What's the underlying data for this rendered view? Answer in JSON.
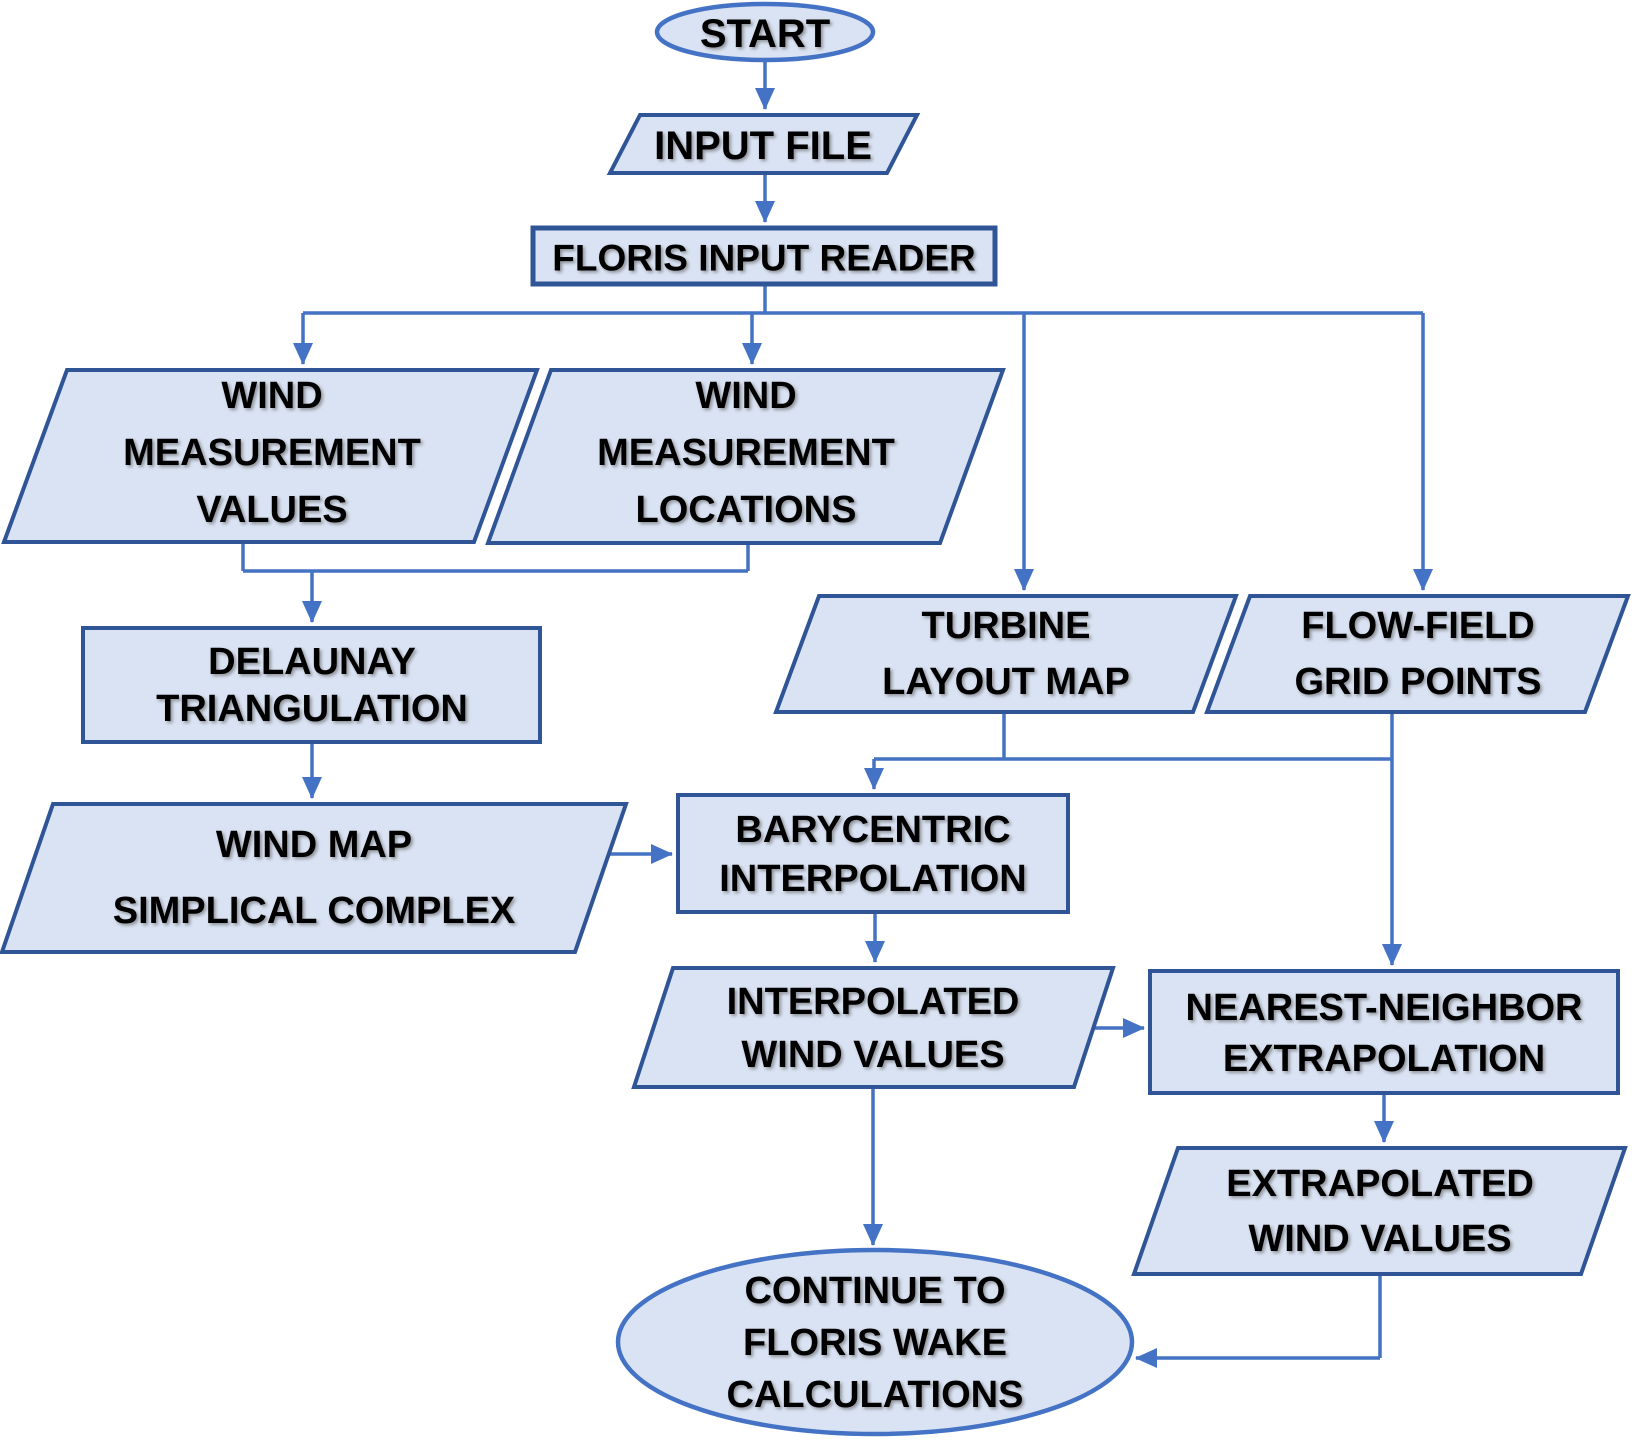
{
  "diagram": {
    "title": "FLORIS wind input processing flowchart",
    "colors": {
      "shape_fill": "#dae3f3",
      "shape_border": "#2f5597",
      "terminator_border": "#4472c4",
      "arrow": "#4472c4",
      "text": "#000000"
    },
    "nodes": {
      "start": {
        "type": "terminator",
        "label": "START"
      },
      "input_file": {
        "type": "data",
        "label": "INPUT FILE"
      },
      "floris_input_reader": {
        "type": "process",
        "label": "FLORIS INPUT READER"
      },
      "wind_measurement_values": {
        "type": "data",
        "lines": [
          "WIND",
          "MEASUREMENT",
          "VALUES"
        ]
      },
      "wind_measurement_locations": {
        "type": "data",
        "lines": [
          "WIND",
          "MEASUREMENT",
          "LOCATIONS"
        ]
      },
      "turbine_layout_map": {
        "type": "data",
        "lines": [
          "TURBINE",
          "LAYOUT MAP"
        ]
      },
      "flow_field_grid_points": {
        "type": "data",
        "lines": [
          "FLOW-FIELD",
          "GRID POINTS"
        ]
      },
      "delaunay_triangulation": {
        "type": "process",
        "lines": [
          "DELAUNAY",
          "TRIANGULATION"
        ]
      },
      "wind_map_simplical_complex": {
        "type": "data",
        "lines": [
          "WIND MAP",
          "SIMPLICAL COMPLEX"
        ]
      },
      "barycentric_interpolation": {
        "type": "process",
        "lines": [
          "BARYCENTRIC",
          "INTERPOLATION"
        ]
      },
      "interpolated_wind_values": {
        "type": "data",
        "lines": [
          "INTERPOLATED",
          "WIND VALUES"
        ]
      },
      "nearest_neighbor_extrapolation": {
        "type": "process",
        "lines": [
          "NEAREST-NEIGHBOR",
          "EXTRAPOLATION"
        ]
      },
      "extrapolated_wind_values": {
        "type": "data",
        "lines": [
          "EXTRAPOLATED",
          "WIND VALUES"
        ]
      },
      "continue_to_floris_wake_calculations": {
        "type": "terminator",
        "lines": [
          "CONTINUE TO",
          "FLORIS WAKE",
          "CALCULATIONS"
        ]
      }
    },
    "edges": [
      {
        "from": "start",
        "to": "input_file"
      },
      {
        "from": "input_file",
        "to": "floris_input_reader"
      },
      {
        "from": "floris_input_reader",
        "to": "wind_measurement_values"
      },
      {
        "from": "floris_input_reader",
        "to": "wind_measurement_locations"
      },
      {
        "from": "floris_input_reader",
        "to": "turbine_layout_map"
      },
      {
        "from": "floris_input_reader",
        "to": "flow_field_grid_points"
      },
      {
        "from": "wind_measurement_values",
        "to": "delaunay_triangulation"
      },
      {
        "from": "wind_measurement_locations",
        "to": "delaunay_triangulation"
      },
      {
        "from": "delaunay_triangulation",
        "to": "wind_map_simplical_complex"
      },
      {
        "from": "wind_map_simplical_complex",
        "to": "barycentric_interpolation"
      },
      {
        "from": "turbine_layout_map",
        "to": "barycentric_interpolation"
      },
      {
        "from": "flow_field_grid_points",
        "to": "barycentric_interpolation"
      },
      {
        "from": "flow_field_grid_points",
        "to": "nearest_neighbor_extrapolation"
      },
      {
        "from": "barycentric_interpolation",
        "to": "interpolated_wind_values"
      },
      {
        "from": "interpolated_wind_values",
        "to": "nearest_neighbor_extrapolation"
      },
      {
        "from": "interpolated_wind_values",
        "to": "continue_to_floris_wake_calculations"
      },
      {
        "from": "nearest_neighbor_extrapolation",
        "to": "extrapolated_wind_values"
      },
      {
        "from": "extrapolated_wind_values",
        "to": "continue_to_floris_wake_calculations"
      }
    ]
  }
}
